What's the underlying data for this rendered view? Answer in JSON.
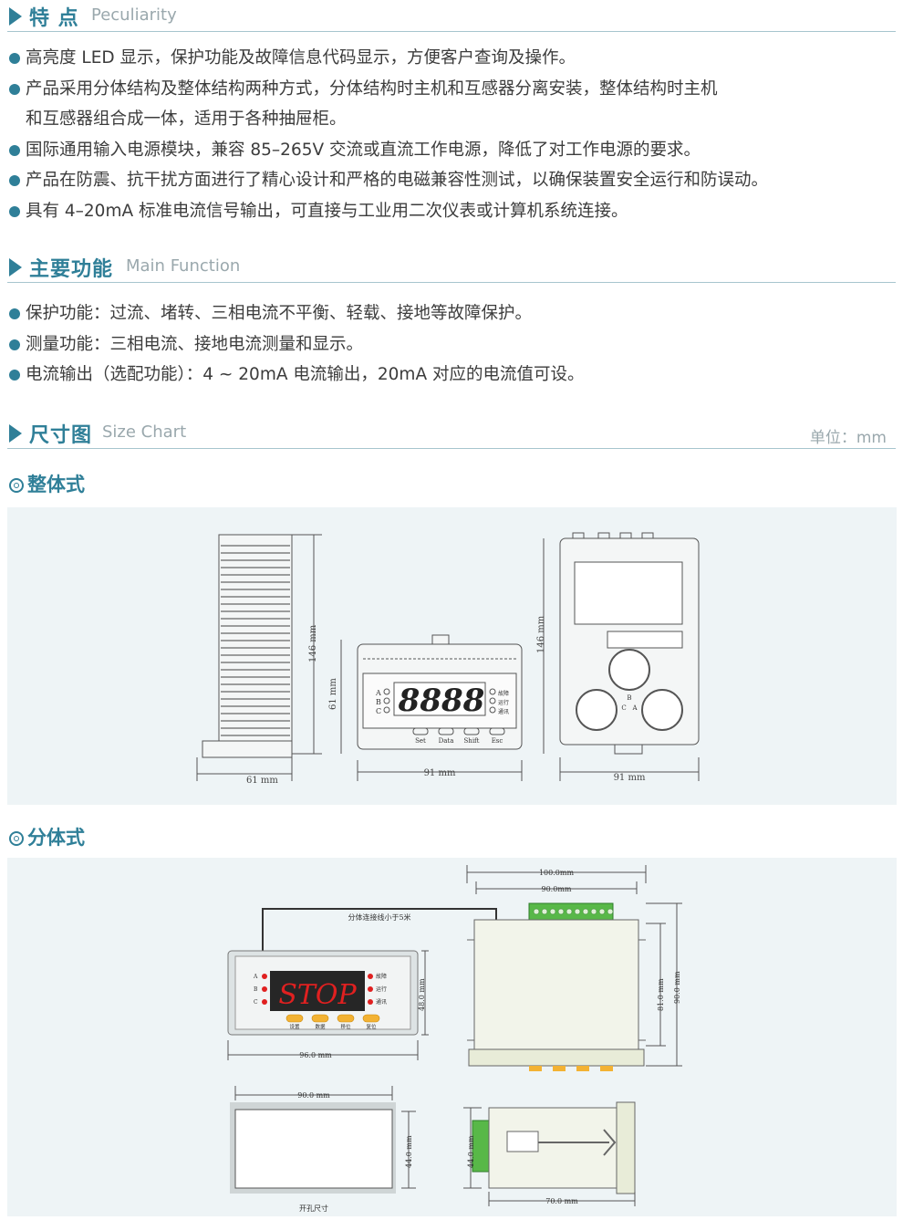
{
  "sections": {
    "features": {
      "cn": "特 点",
      "en": "Peculiarity"
    },
    "functions": {
      "cn": "主要功能",
      "en": "Main Function"
    },
    "size": {
      "cn": "尺寸图",
      "en": "Size Chart",
      "unit": "单位：mm"
    }
  },
  "features": [
    "高亮度 LED 显示，保护功能及故障信息代码显示，方便客户查询及操作。",
    "产品采用分体结构及整体结构两种方式，分体结构时主机和互感器分离安装，整体结构时主机",
    "和互感器组合成一体，适用于各种抽屉柜。",
    "国际通用输入电源模块，兼容 85–265V 交流或直流工作电源，降低了对工作电源的要求。",
    "产品在防震、抗干扰方面进行了精心设计和严格的电磁兼容性测试，以确保装置安全运行和防误动。",
    "具有 4–20mA 标准电流信号输出，可直接与工业用二次仪表或计算机系统连接。"
  ],
  "functions": [
    "保护功能：过流、堵转、三相电流不平衡、轻载、接地等故障保护。",
    "测量功能：三相电流、接地电流测量和显示。",
    "电流输出（选配功能）：4 ~ 20mA 电流输出，20mA 对应的电流值可设。"
  ],
  "integral": {
    "title": "整体式",
    "dims": {
      "side_height": "146 mm",
      "side_width": "61 mm",
      "front_height": "61 mm",
      "front_width": "91 mm",
      "rear_height": "146 mm",
      "rear_width": "91 mm"
    },
    "display": "8888",
    "indicators": [
      "A",
      "B",
      "C"
    ],
    "status": [
      "故障",
      "运行",
      "通讯"
    ],
    "buttons": [
      "Set",
      "Data",
      "Shift",
      "Esc"
    ],
    "ct_labels": [
      "B",
      "C",
      "A"
    ]
  },
  "split": {
    "title": "分体式",
    "cable_note": "分体连接线小于5米",
    "display": "STOP",
    "indicators": [
      "A",
      "B",
      "C"
    ],
    "status": [
      "故障",
      "运行",
      "通讯"
    ],
    "buttons": [
      "设置",
      "数据",
      "移位",
      "复位"
    ],
    "dims": {
      "front_width": "96.0 mm",
      "front_height": "48.0 mm",
      "box_outer_width": "100.0mm",
      "box_inner_width": "90.0mm",
      "box_height_inner": "81.0 mm",
      "box_height_outer": "90.0 mm",
      "cutout_width": "90.0 mm",
      "cutout_height": "44.0 mm",
      "side_height": "44.0 mm",
      "side_depth": "70.0 mm"
    },
    "cutout_label": "开孔尺寸"
  },
  "colors": {
    "accent": "#2f7f98",
    "panel_bg": "#eef4f6",
    "led_red": "#e02020",
    "button_amber": "#f3b233",
    "terminal_green": "#58b848"
  }
}
